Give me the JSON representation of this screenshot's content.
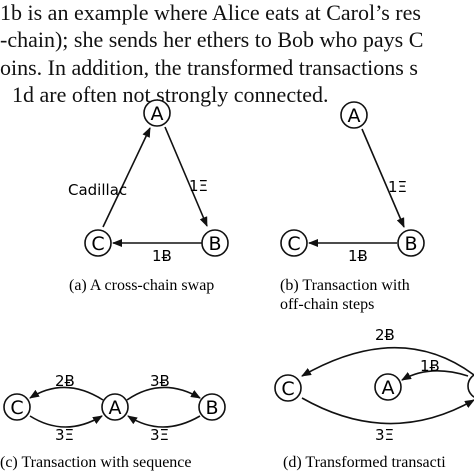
{
  "paragraph": {
    "lines": [
      "1b is an example where Alice eats at Carol’s res",
      "-chain); she sends her ethers to Bob who pays C",
      "oins. In addition, the transformed transactions s",
      "1d are often not strongly connected."
    ]
  },
  "figures": {
    "a": {
      "caption": "(a) A cross-chain swap",
      "nodes": {
        "a": "A",
        "b": "B",
        "c": "C"
      },
      "edges": {
        "ca_label": "Cadillac",
        "ab_label": "1Ξ",
        "bc_label": "1Ƀ"
      }
    },
    "b": {
      "caption_line1": "(b) Transaction with",
      "caption_line2": "off-chain steps",
      "nodes": {
        "a": "A",
        "b": "B",
        "c": "C"
      },
      "edges": {
        "ab_label": "1Ξ",
        "bc_label": "1Ƀ"
      }
    },
    "c": {
      "caption": "(c) Transaction with sequence",
      "nodes": {
        "c": "C",
        "a": "A",
        "b": "B"
      },
      "edges": {
        "ca_top": "2Ƀ",
        "ac_bottom": "3Ξ",
        "ab_top": "3Ƀ",
        "ba_bottom": "3Ξ"
      }
    },
    "d": {
      "caption": "(d) Transformed transacti",
      "nodes": {
        "c": "C",
        "a": "A"
      },
      "edges": {
        "top": "2Ƀ",
        "mid": "1Ƀ",
        "bottom": "3Ξ"
      }
    }
  }
}
